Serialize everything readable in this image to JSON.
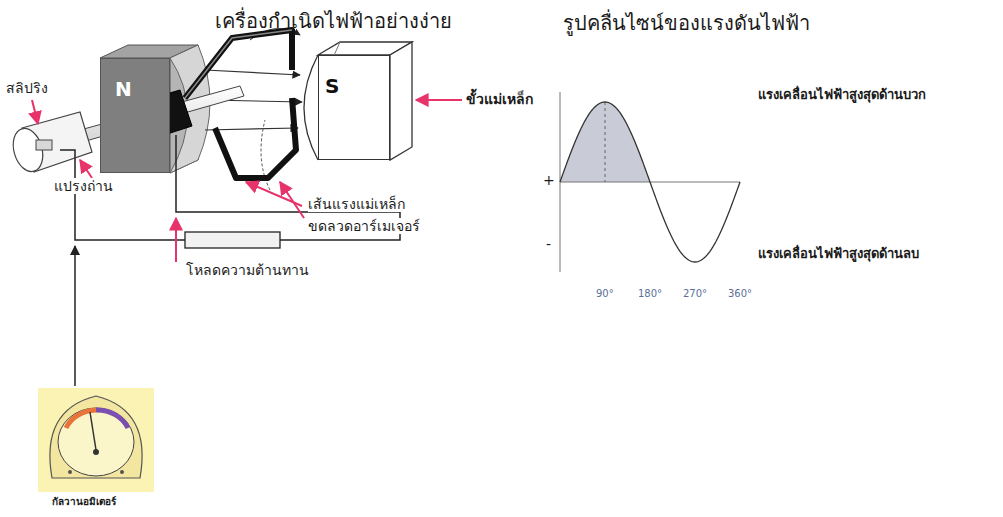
{
  "diagram": {
    "title": "เครื่องกำเนิดไฟฟ้าอย่างง่าย",
    "nodes": [
      {
        "text": [
          "N"
        ]
      },
      {
        "text": [
          "S"
        ]
      }
    ],
    "labels": [
      "รูปคลื่นไซน์ของแรงดันไฟฟ้า",
      "ขั้วแม่เหล็ก",
      "สลิปริง",
      "แปรงถ่าน",
      "เส้นแรงแม่เหล็ก",
      "ขดลวดอาร์เมเจอร์",
      "โหลดความต้านทาน",
      "กัลวานอมิเตอร์",
      "แรงเคลื่อนไฟฟ้าสูงสุดด้านบวก",
      "+",
      "-",
      "แรงเคลื่อนไฟฟ้าสูงสุดด้านลบ",
      "90°",
      "180°",
      "270°",
      "360°"
    ]
  }
}
